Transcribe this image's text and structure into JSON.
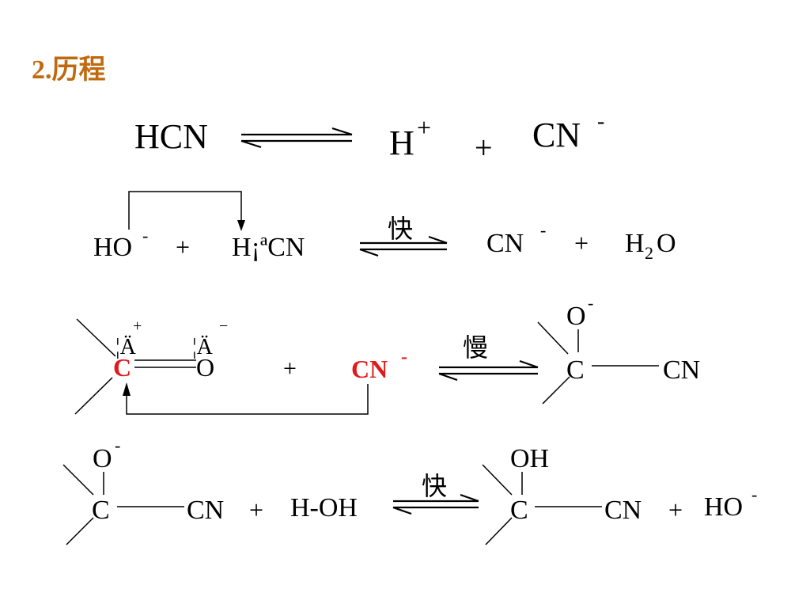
{
  "slide": {
    "title": "2.历程"
  },
  "reaction1": {
    "reactant": "HCN",
    "product_h": "H",
    "product_h_charge": "+",
    "plus": "+",
    "product_cn": "CN",
    "product_cn_charge": "-"
  },
  "reaction2": {
    "reactant1": "HO",
    "reactant1_charge": "-",
    "plus1": "+",
    "reactant2": "H¡ªCN",
    "rate_label": "快",
    "product1": "CN",
    "product1_charge": "-",
    "plus2": "+",
    "product2_h": "H",
    "product2_sub": "2",
    "product2_o": "O"
  },
  "reaction3": {
    "pair_left": "¦Ä",
    "pair_right": "¦Ä",
    "charge_plus": "+",
    "charge_minus": "−",
    "carbonyl_c": "C",
    "carbonyl_o": "O",
    "plus": "+",
    "nucleophile": "CN",
    "nucleophile_charge": "-",
    "rate_label": "慢",
    "product_o": "O",
    "product_o_charge": "-",
    "product_c": "C",
    "product_cn": "CN",
    "highlight_color": "#e0191b"
  },
  "reaction4": {
    "reactant_o": "O",
    "reactant_o_charge": "-",
    "reactant_c": "C",
    "reactant_cn": "CN",
    "plus1": "+",
    "water": "H-OH",
    "rate_label": "快",
    "product_oh": "OH",
    "product_c": "C",
    "product_cn": "CN",
    "plus2": "+",
    "byproduct": "HO",
    "byproduct_charge": "-"
  }
}
